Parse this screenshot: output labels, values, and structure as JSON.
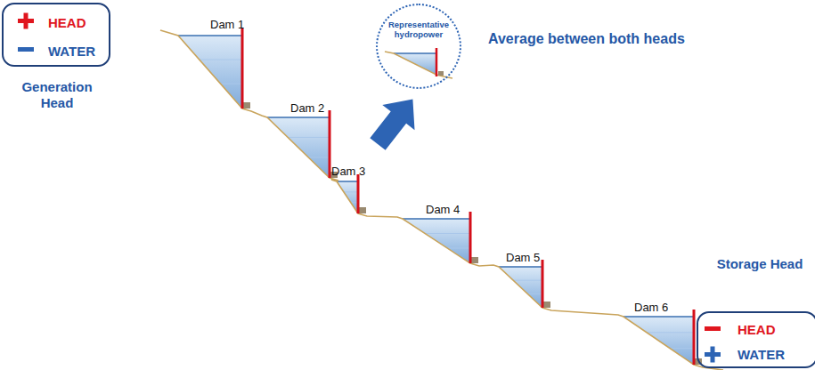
{
  "diagram": {
    "nodes": [
      {
        "text": [
          "HEAD",
          "WATER",
          "Generation Head"
        ]
      },
      {
        "text": [
          "Representative hydropower"
        ]
      },
      {
        "text": [
          "Storage Head",
          "HEAD",
          "WATER"
        ]
      }
    ],
    "labels": [
      "Dam 1",
      "Dam 2",
      "Dam 3",
      "Dam 4",
      "Dam 5",
      "Dam 6",
      "Average between both heads"
    ]
  }
}
